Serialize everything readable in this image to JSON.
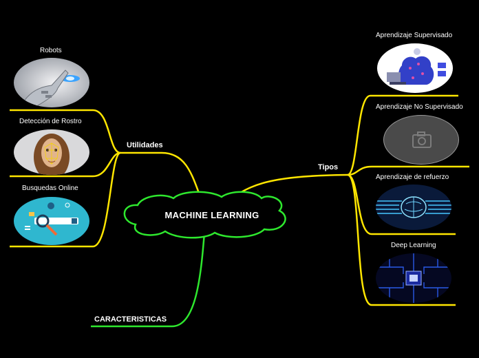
{
  "central": {
    "title": "MACHINE LEARNING"
  },
  "branches": {
    "utilidades": {
      "label": "Utilidades",
      "items": [
        {
          "label": "Robots",
          "image": "robot-hand-image"
        },
        {
          "label": "Detección de Rostro",
          "image": "face-detection-image"
        },
        {
          "label": "Busquedas Online",
          "image": "online-search-image"
        }
      ]
    },
    "tipos": {
      "label": "Tipos",
      "items": [
        {
          "label": "Aprendizaje Supervisado",
          "image": "supervised-learning-image"
        },
        {
          "label": "Aprendizaje No Supervisado",
          "image": "image-placeholder-camera-icon"
        },
        {
          "label": "Aprendizaje de refuerzo",
          "image": "neural-brain-image"
        },
        {
          "label": "Deep Learning",
          "image": "circuit-chip-image"
        }
      ]
    },
    "caracteristicas": {
      "label": "CARACTERISTICAS"
    }
  },
  "colors": {
    "background": "#000000",
    "yellow_branch": "#ffe600",
    "green_branch": "#2ee82e",
    "text": "#ffffff"
  }
}
